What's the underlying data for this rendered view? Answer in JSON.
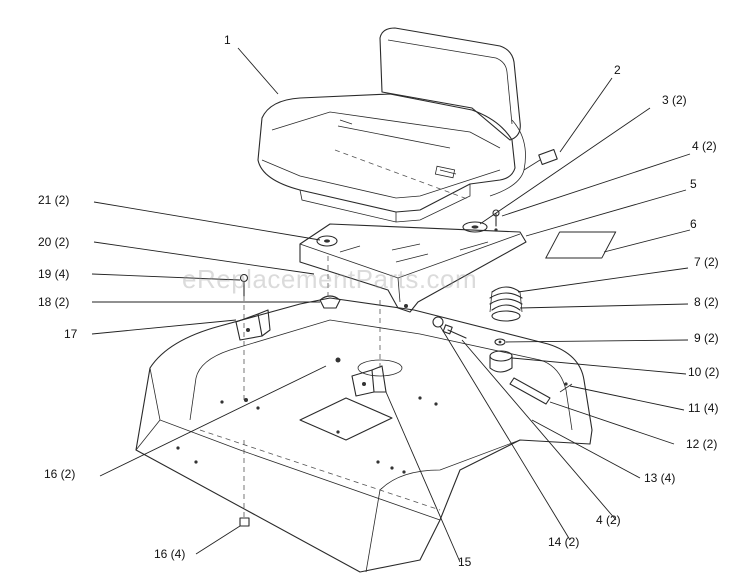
{
  "diagram": {
    "watermark": "eReplacementParts.com",
    "callouts": [
      {
        "id": "c1",
        "text": "1"
      },
      {
        "id": "c2",
        "text": "2"
      },
      {
        "id": "c3",
        "text": "3 (2)"
      },
      {
        "id": "c4a",
        "text": "4 (2)"
      },
      {
        "id": "c5",
        "text": "5"
      },
      {
        "id": "c6",
        "text": "6"
      },
      {
        "id": "c7",
        "text": "7 (2)"
      },
      {
        "id": "c8",
        "text": "8 (2)"
      },
      {
        "id": "c9",
        "text": "9 (2)"
      },
      {
        "id": "c10",
        "text": "10 (2)"
      },
      {
        "id": "c11",
        "text": "11 (4)"
      },
      {
        "id": "c12",
        "text": "12 (2)"
      },
      {
        "id": "c13",
        "text": "13 (4)"
      },
      {
        "id": "c4b",
        "text": "4 (2)"
      },
      {
        "id": "c14",
        "text": "14 (2)"
      },
      {
        "id": "c15",
        "text": "15"
      },
      {
        "id": "c16b",
        "text": "16 (4)"
      },
      {
        "id": "c16a",
        "text": "16 (2)"
      },
      {
        "id": "c17",
        "text": "17"
      },
      {
        "id": "c18",
        "text": "18 (2)"
      },
      {
        "id": "c19",
        "text": "19 (4)"
      },
      {
        "id": "c20",
        "text": "20 (2)"
      },
      {
        "id": "c21",
        "text": "21 (2)"
      }
    ]
  }
}
